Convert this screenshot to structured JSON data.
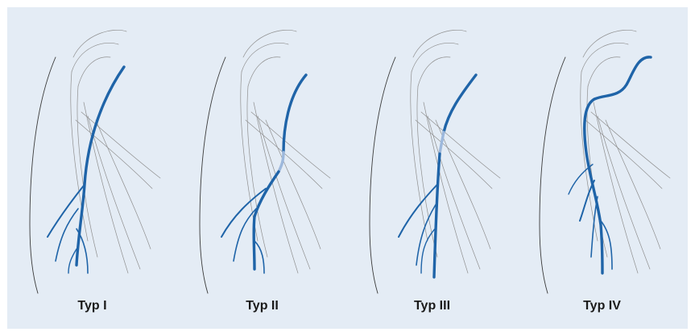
{
  "labels": {
    "type_1": "Typ I",
    "type_2": "Typ II",
    "type_3": "Typ III",
    "type_4": "Typ IV"
  },
  "colors": {
    "background": "#e4ecf5",
    "vein": "#1f64a8",
    "vein_faded": "#9db8dc",
    "outline": "#3a3a3a",
    "muscle": "#8f8f8f"
  }
}
